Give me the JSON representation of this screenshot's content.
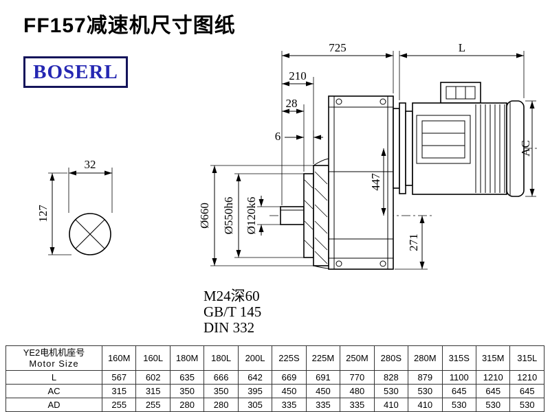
{
  "page": {
    "title": "FF157减速机尺寸图纸",
    "logo": "BOSERL"
  },
  "drawing": {
    "dims": {
      "top_width": "725",
      "motor_length": "L",
      "d210": "210",
      "d28": "28",
      "d6": "6",
      "ac": "AC",
      "d447": "447",
      "d271": "271",
      "d32": "32",
      "d127": "127",
      "dia660": "Ø660",
      "dia550": "Ø550h6",
      "dia120": "Ø120k6"
    },
    "notes": {
      "tap": "M24深60",
      "gb": "GB/T 145",
      "din": "DIN 332"
    }
  },
  "table": {
    "header": {
      "line1": "YE2电机机座号",
      "line2": "Motor Size"
    },
    "sizes": [
      "160M",
      "160L",
      "180M",
      "180L",
      "200L",
      "225S",
      "225M",
      "250M",
      "280S",
      "280M",
      "315S",
      "315M",
      "315L"
    ],
    "rows": [
      {
        "label": "L",
        "values": [
          "567",
          "602",
          "635",
          "666",
          "642",
          "669",
          "691",
          "770",
          "828",
          "879",
          "1100",
          "1210",
          "1210"
        ]
      },
      {
        "label": "AC",
        "values": [
          "315",
          "315",
          "350",
          "350",
          "395",
          "450",
          "450",
          "480",
          "530",
          "530",
          "645",
          "645",
          "645"
        ]
      },
      {
        "label": "AD",
        "values": [
          "255",
          "255",
          "280",
          "280",
          "305",
          "335",
          "335",
          "335",
          "410",
          "410",
          "530",
          "530",
          "530"
        ]
      }
    ]
  }
}
